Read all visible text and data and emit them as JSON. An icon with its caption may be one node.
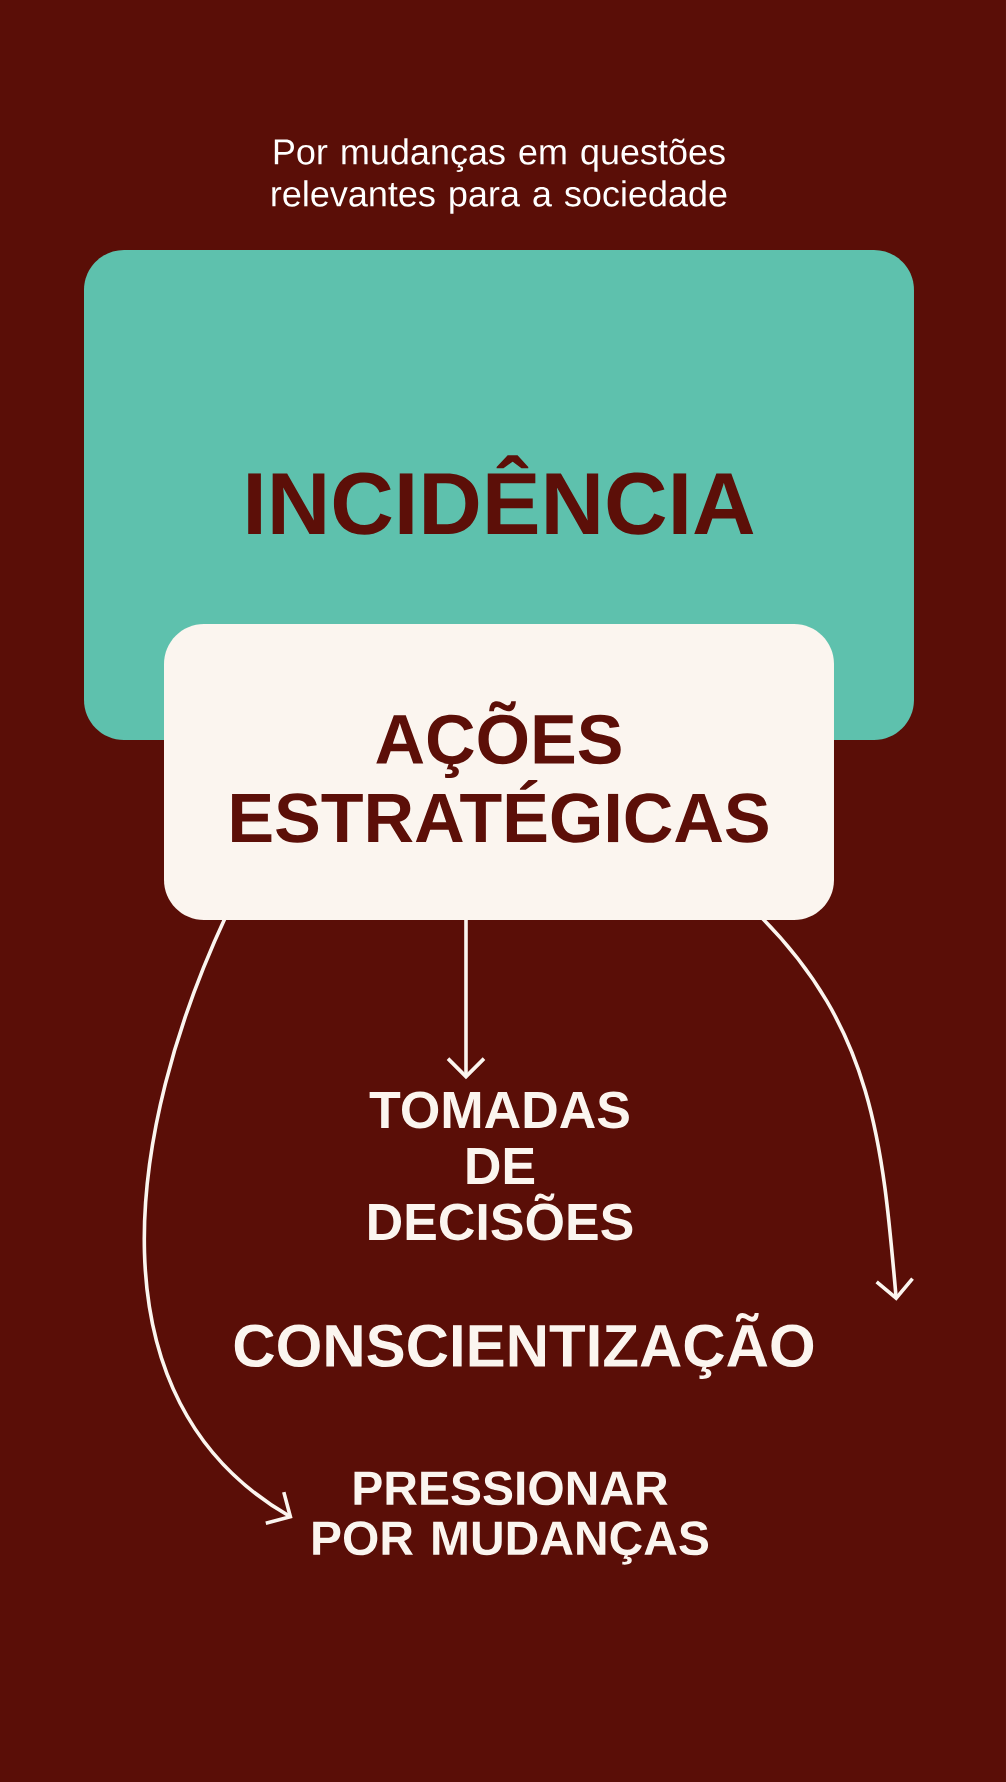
{
  "diagram": {
    "title": "Por mudanças em questões relevantes para a sociedade",
    "nodes": [
      {
        "text": [
          "INCIDÊNCIA"
        ]
      },
      {
        "text": [
          "AÇÕES ESTRATÉGICAS"
        ]
      },
      {
        "text": [
          "TOMADAS DE DECISÕES"
        ]
      },
      {
        "text": [
          "CONSCIENTIZAÇÃO"
        ]
      },
      {
        "text": [
          "PRESSIONAR POR MUDANÇAS"
        ]
      }
    ],
    "edges": [
      {
        "from": 1,
        "to": 2,
        "arrow": "to"
      },
      {
        "from": 1,
        "to": 3,
        "arrow": "to"
      },
      {
        "from": 1,
        "to": 4,
        "arrow": "to"
      }
    ]
  }
}
